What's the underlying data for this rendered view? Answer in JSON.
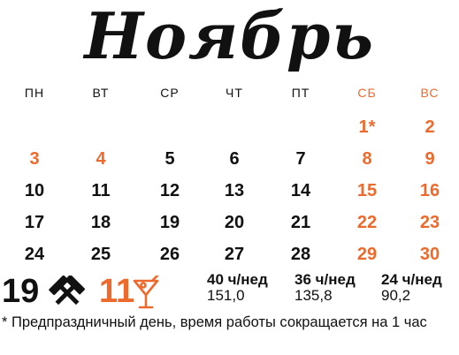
{
  "title": "Ноябрь",
  "weekday_headers": [
    "ПН",
    "ВТ",
    "СР",
    "ЧТ",
    "ПТ",
    "СБ",
    "ВС"
  ],
  "weeks": [
    [
      "",
      "",
      "",
      "",
      "",
      "1*",
      "2"
    ],
    [
      "3",
      "4",
      "5",
      "6",
      "7",
      "8",
      "9"
    ],
    [
      "10",
      "11",
      "12",
      "13",
      "14",
      "15",
      "16"
    ],
    [
      "17",
      "18",
      "19",
      "20",
      "21",
      "22",
      "23"
    ],
    [
      "24",
      "25",
      "26",
      "27",
      "28",
      "29",
      "30"
    ]
  ],
  "holidays": [
    "3",
    "4"
  ],
  "summary": {
    "work_days": "19",
    "days_off": "11",
    "hours": [
      {
        "label": "40 ч/нед",
        "value": "151,0"
      },
      {
        "label": "36 ч/нед",
        "value": "135,8"
      },
      {
        "label": "24 ч/нед",
        "value": "90,2"
      }
    ]
  },
  "footnote": "* Предпраздничный день, время работы сокращается на 1 час",
  "colors": {
    "accent": "#ee6a2c",
    "text": "#111111"
  },
  "icons": {
    "work": "hammers-icon",
    "rest": "cocktail-icon"
  }
}
